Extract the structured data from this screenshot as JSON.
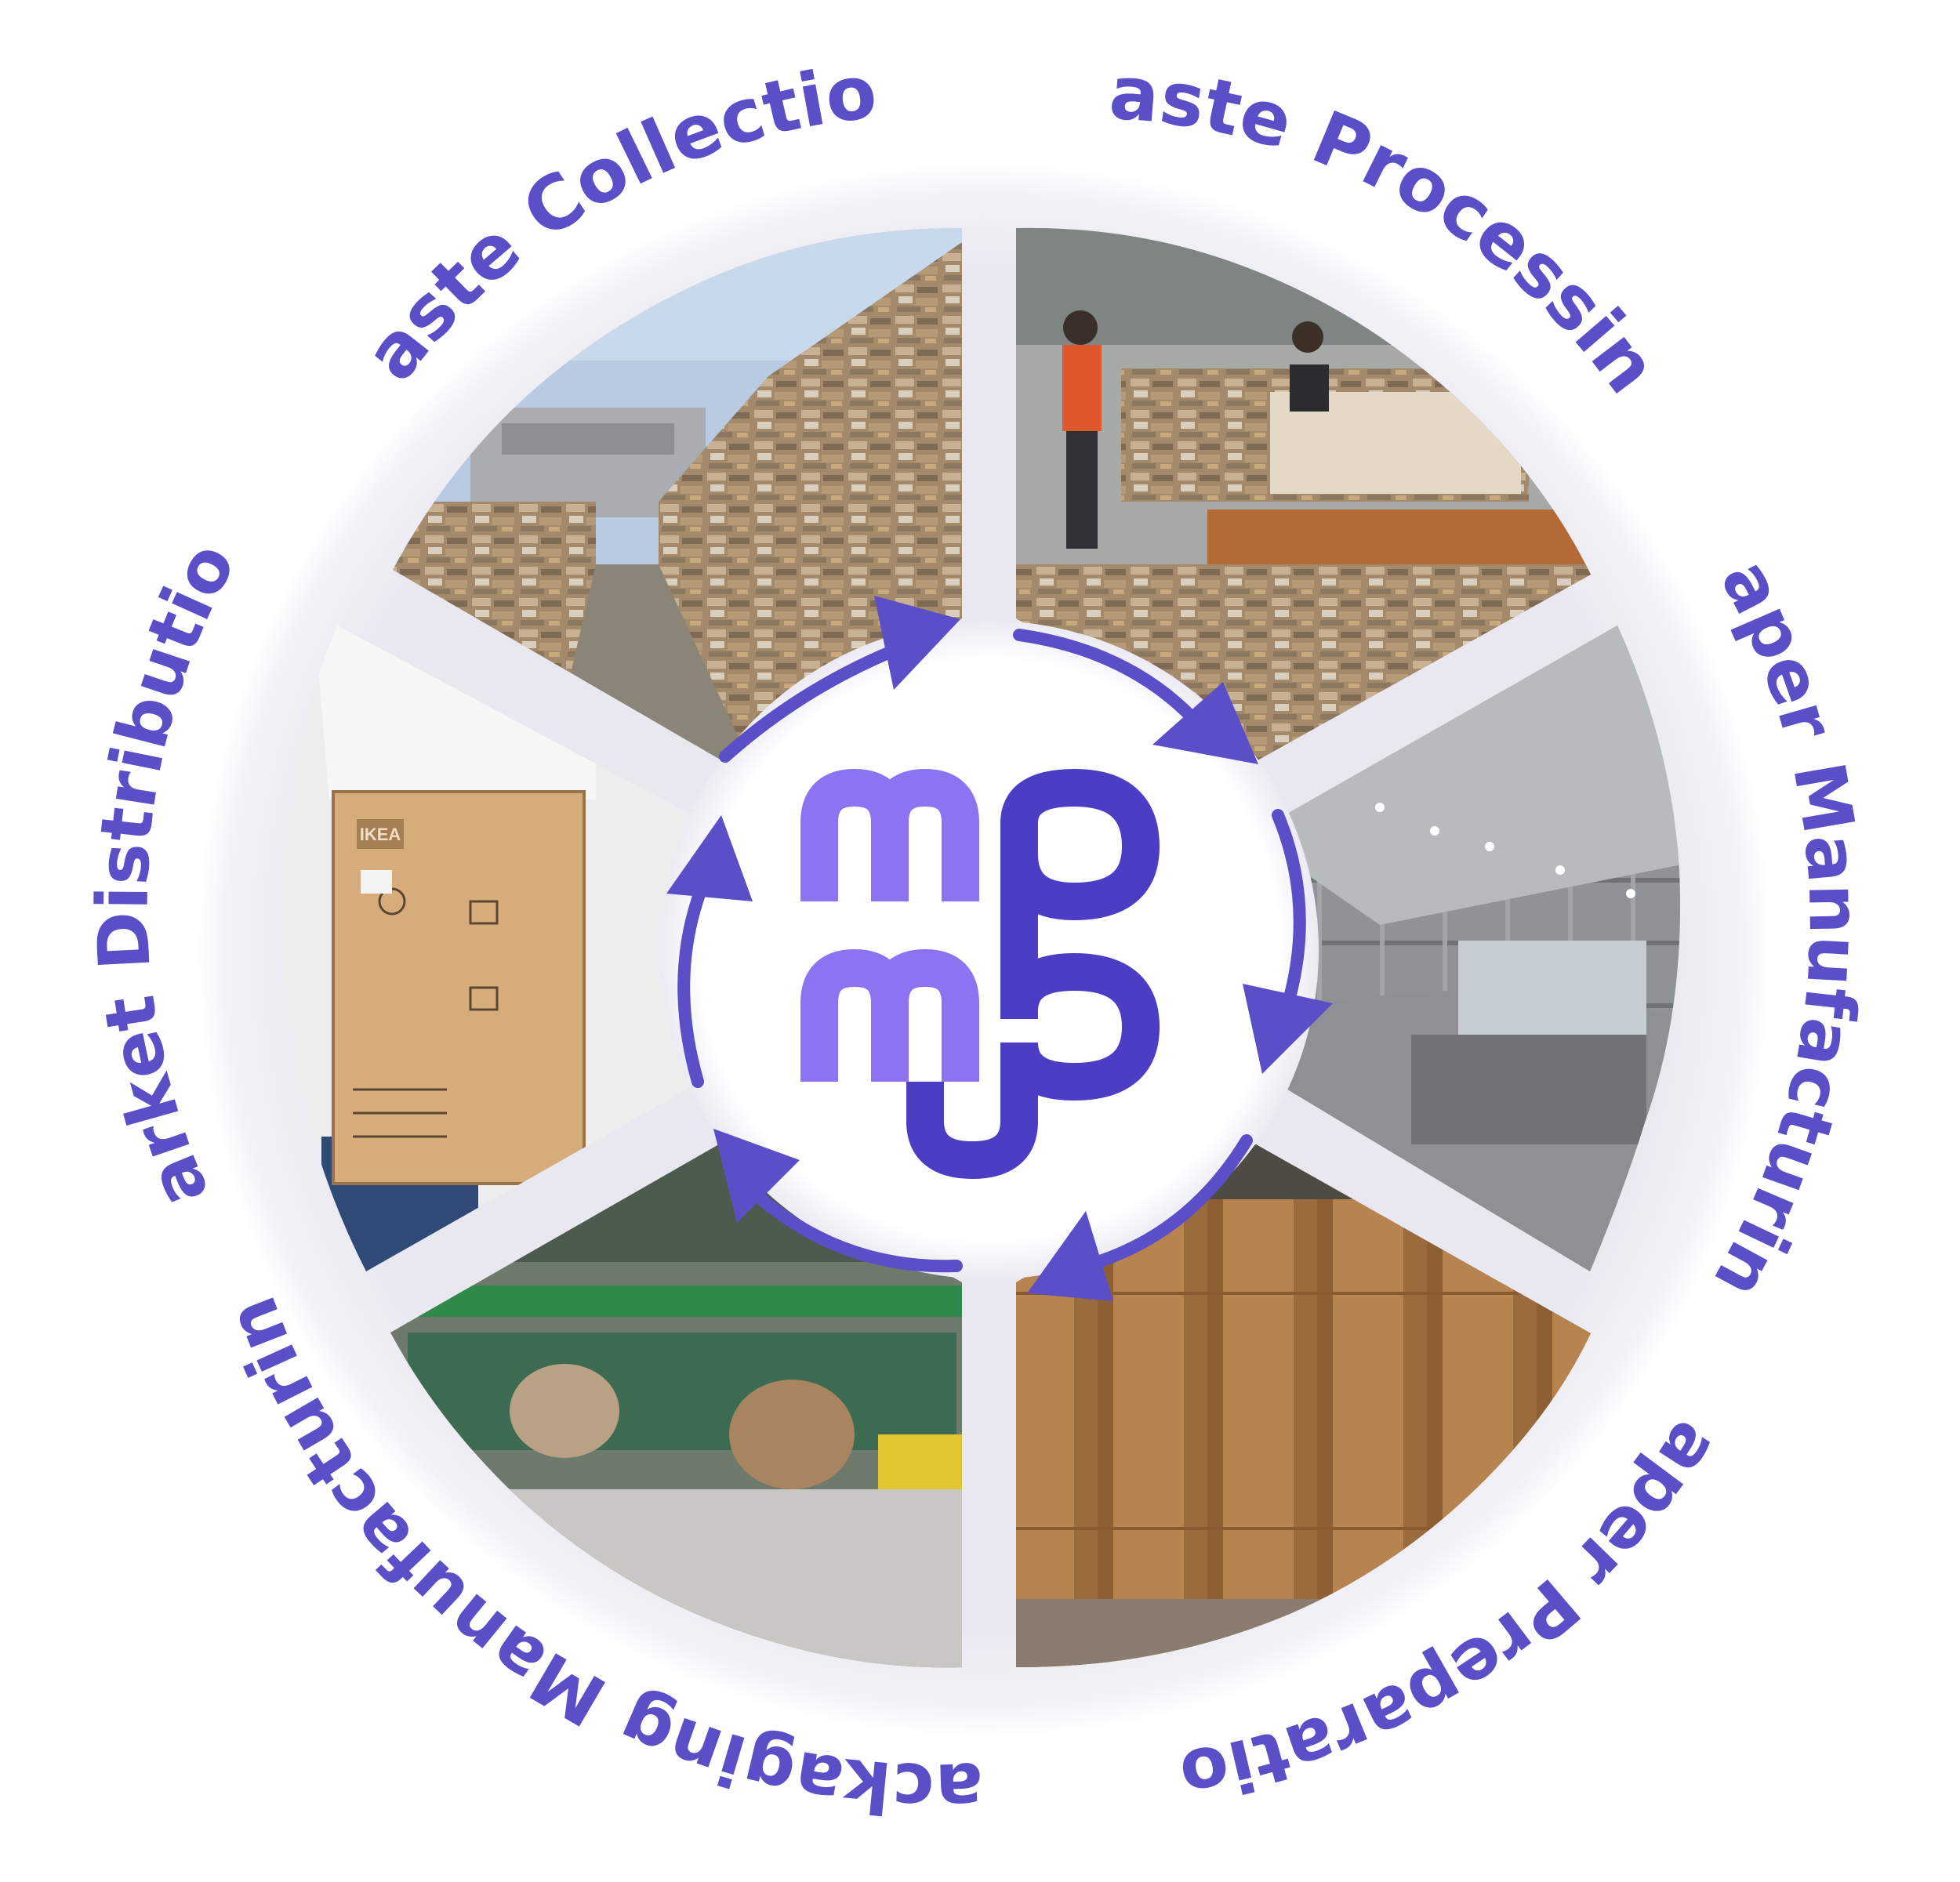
{
  "diagram": {
    "stages": [
      {
        "id": "waste-collection",
        "label": "Waste Collection",
        "photo": "stacked cardboard bales in yard"
      },
      {
        "id": "waste-processing",
        "label": "Waste Processing",
        "photo": "workers with paper bales"
      },
      {
        "id": "paper-manufacturing",
        "label": "Paper Manufacturing",
        "photo": "paper machine hall"
      },
      {
        "id": "paper-preparation",
        "label": "Paper Preparation",
        "photo": "kraft paper rolls"
      },
      {
        "id": "packaging-manufacturing",
        "label": "Packaging Manufacturing",
        "photo": "corrugator machinery"
      },
      {
        "id": "market-distribution",
        "label": "Market Distribution",
        "photo": "person holding cardboard box"
      }
    ],
    "box_brand": "IKEA",
    "logo": {
      "letters_top": "mp",
      "letters_bottom": "mp",
      "name": "mp-logo"
    },
    "colors": {
      "accent": "#5b4fc7",
      "accent_dark": "#4b3dc4",
      "accent_light": "#8b73f2",
      "ring": "#e4e3ee",
      "background": "#ffffff"
    }
  }
}
